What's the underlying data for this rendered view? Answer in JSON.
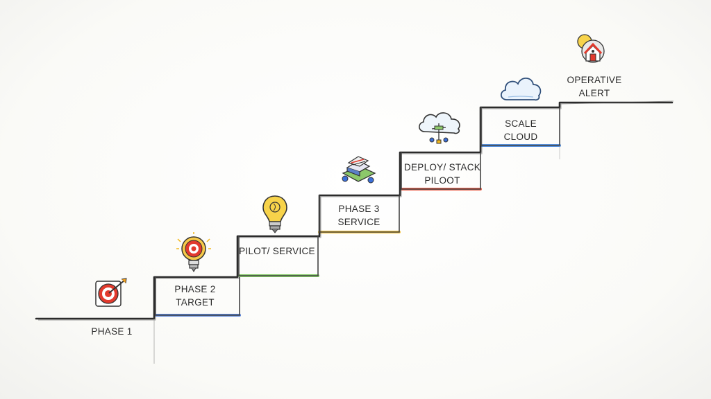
{
  "steps": [
    {
      "label": "PHASE 1",
      "icon": "target-icon",
      "accent": "#3b6fd8"
    },
    {
      "label": "PHASE 2\nTARGET",
      "icon": "target-bulb-icon",
      "accent": "#3b6fd8"
    },
    {
      "label": "PILOT/ SERVICE",
      "icon": "lightbulb-icon",
      "accent": "#6cc04a"
    },
    {
      "label": "PHASE 3\nSERVICE",
      "icon": "server-stack-icon",
      "accent": "#f2b81c"
    },
    {
      "label": "DEPLOY/ STACK\nPILOOT",
      "icon": "network-cloud-icon",
      "accent": "#e8452c"
    },
    {
      "label": "SCALE\nCLOUD",
      "icon": "cloud-icon",
      "accent": "#3b7fd8"
    },
    {
      "label": "OPERATIVE\nALERT",
      "icon": "alert-home-icon",
      "accent": "#333333"
    }
  ]
}
